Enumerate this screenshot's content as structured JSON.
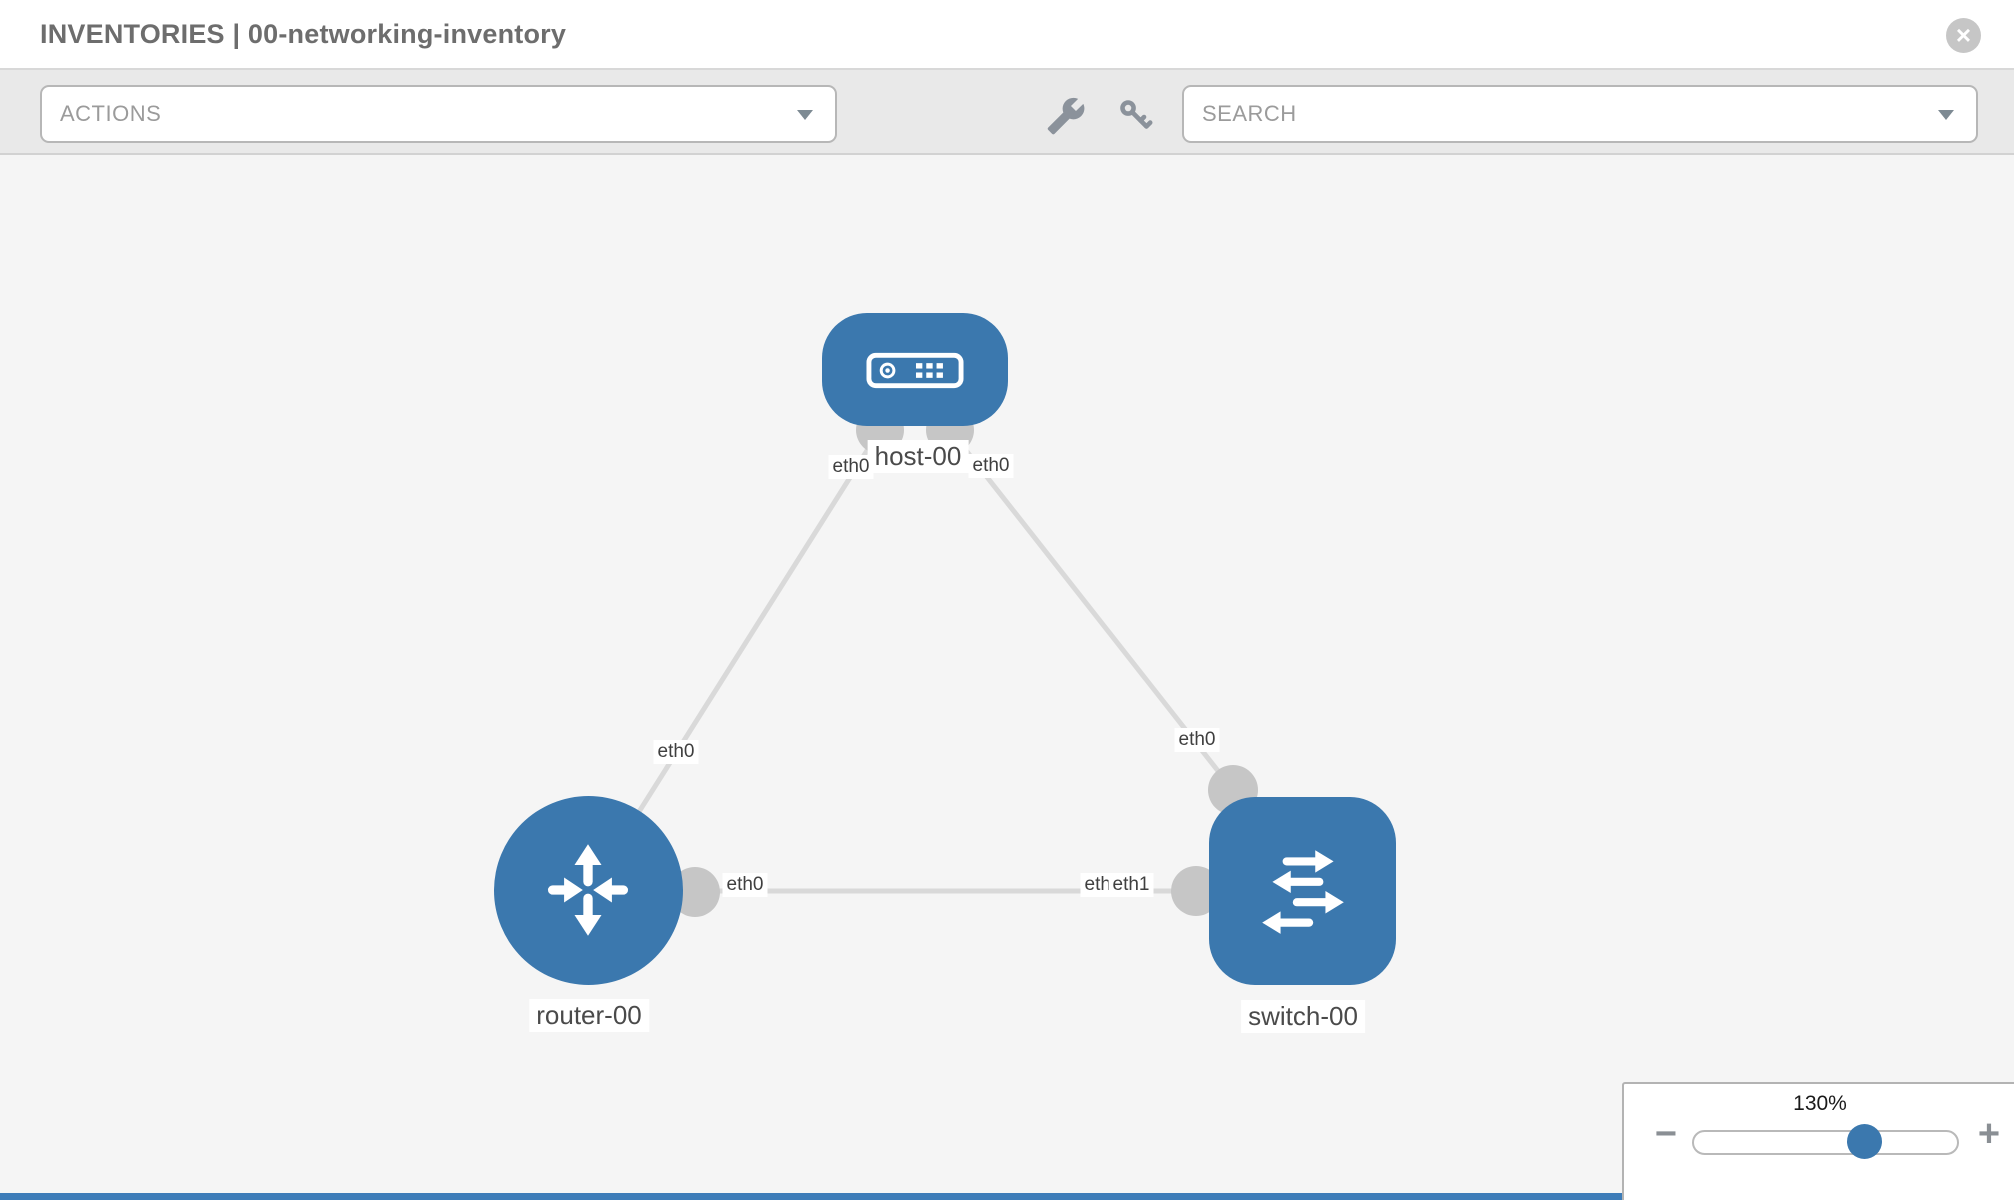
{
  "colors": {
    "node_blue": "#3b78ae",
    "canvas_bg": "#f5f5f5",
    "toolbar_bg": "#e9e9e9",
    "link_gray": "#d9d9d9",
    "interface_gray": "#c6c6c6",
    "icon_gray": "#8b929b"
  },
  "header": {
    "title_prefix": "INVENTORIES",
    "title_separator": "|",
    "title_name": "00-networking-inventory",
    "close_glyph": "×"
  },
  "toolbar": {
    "actions_label": "ACTIONS",
    "search_placeholder": "SEARCH"
  },
  "topology": {
    "nodes": [
      {
        "label": "host-00",
        "type": "host"
      },
      {
        "label": "router-00",
        "type": "router"
      },
      {
        "label": "switch-00",
        "type": "switch"
      }
    ],
    "links": [
      {
        "from": "host-00",
        "to": "router-00"
      },
      {
        "from": "host-00",
        "to": "switch-00"
      },
      {
        "from": "router-00",
        "to": "switch-00"
      }
    ],
    "interface_labels": [
      {
        "text": "eth0"
      },
      {
        "text": "eth0"
      },
      {
        "text": "eth0"
      },
      {
        "text": "eth0"
      },
      {
        "text": "eth0"
      },
      {
        "text": "eth0"
      },
      {
        "text": "eth1"
      }
    ]
  },
  "zoom_control": {
    "level": "130%",
    "minus_glyph": "−",
    "plus_glyph": "+"
  }
}
